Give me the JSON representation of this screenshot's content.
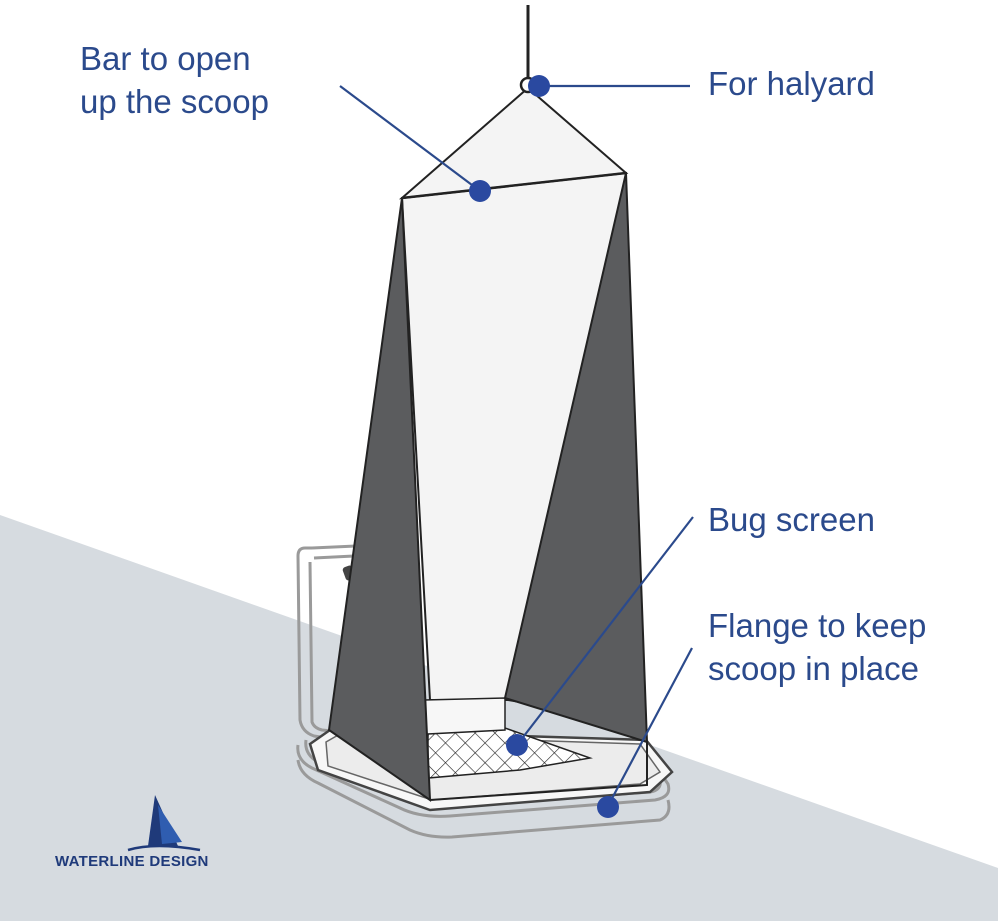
{
  "callouts": {
    "bar": {
      "line1": "Bar to open",
      "line2": "up the scoop"
    },
    "halyard": {
      "text": "For halyard"
    },
    "bug_screen": {
      "text": "Bug screen"
    },
    "flange": {
      "line1": "Flange to keep",
      "line2": "scoop in place"
    }
  },
  "logo": {
    "text": "WATERLINE DESIGN"
  },
  "colors": {
    "accent": "#2b4a8c",
    "dot": "#2a49a0",
    "deck": "#d6dbe0",
    "side_panel": "#5b5c5e",
    "fabric": "#f5f5f5",
    "outline": "#222222"
  }
}
